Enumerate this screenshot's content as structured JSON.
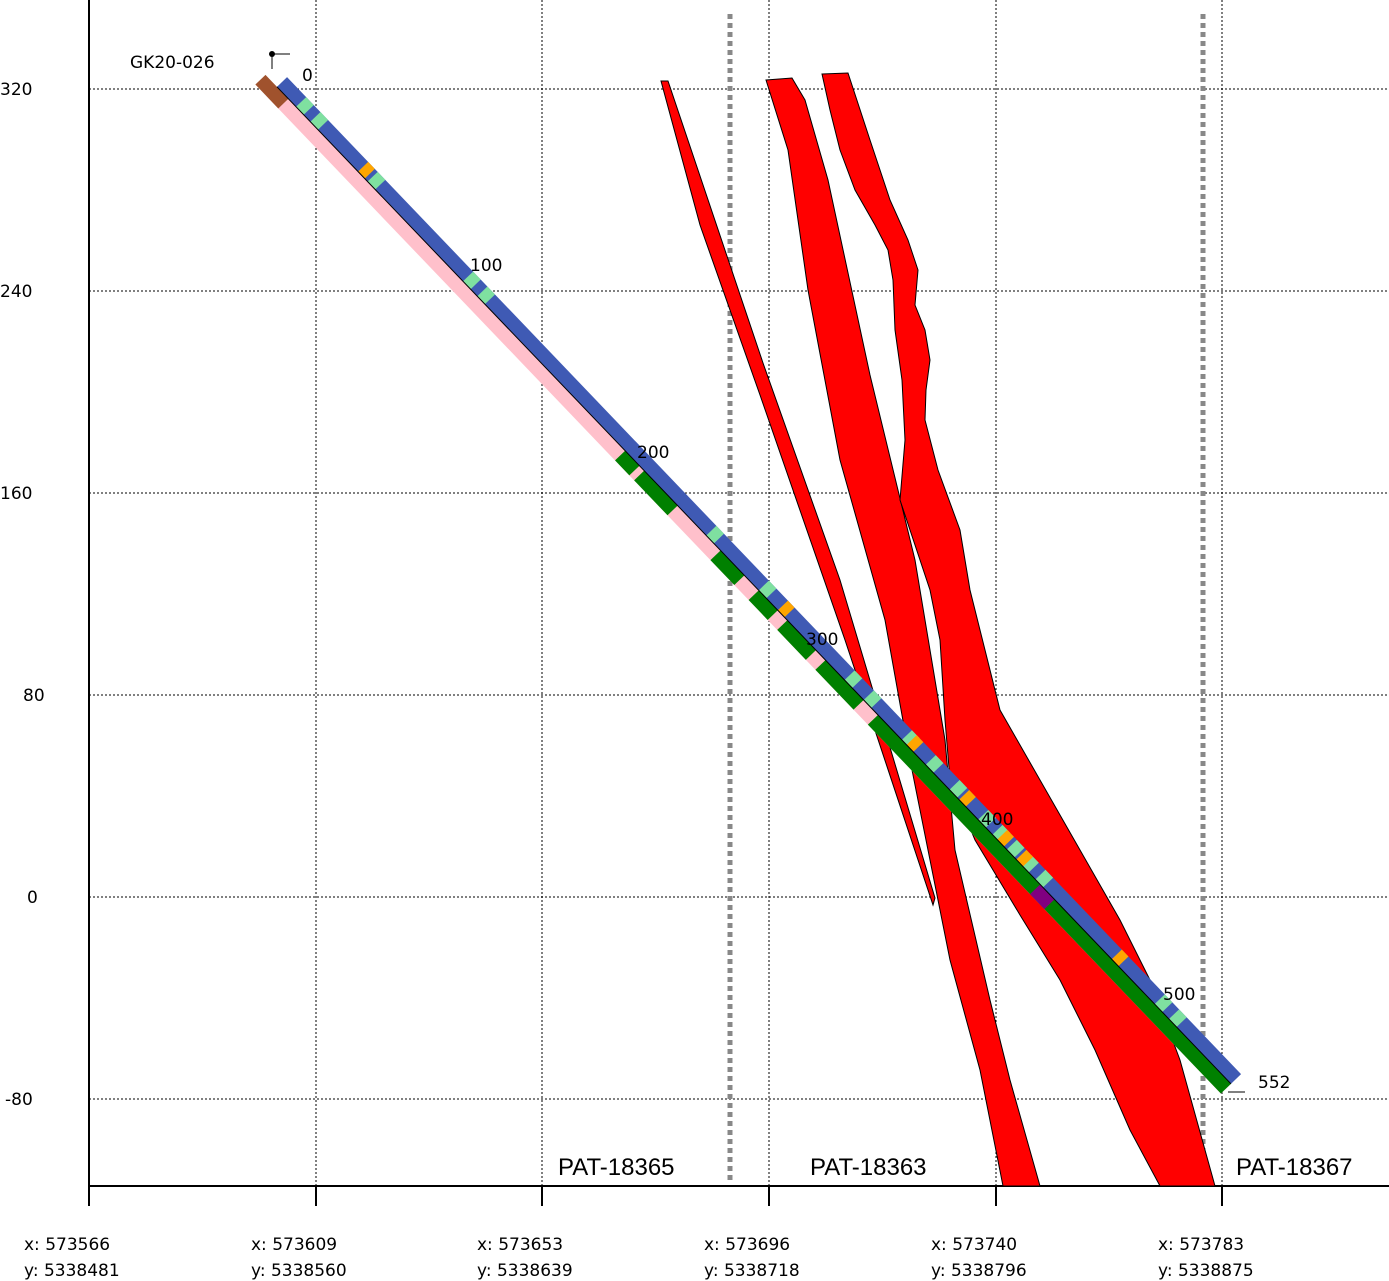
{
  "hole": {
    "name": "GK20-026",
    "depth_labels": [
      "0",
      "100",
      "200",
      "300",
      "400",
      "500"
    ],
    "end_depth": "552"
  },
  "y_axis": {
    "ticks": [
      "320",
      "240",
      "160",
      "80",
      "0",
      "-80"
    ]
  },
  "x_axis": {
    "ticks": [
      {
        "x": "x: 573566",
        "y": "y: 5338481"
      },
      {
        "x": "x: 573609",
        "y": "y: 5338560"
      },
      {
        "x": "x: 573653",
        "y": "y: 5338639"
      },
      {
        "x": "x: 573696",
        "y": "y: 5338718"
      },
      {
        "x": "x: 573740",
        "y": "y: 5338796"
      },
      {
        "x": "x: 573783",
        "y": "y: 5338875"
      }
    ]
  },
  "claims": [
    "PAT-18365",
    "PAT-18363",
    "PAT-18367"
  ],
  "colors": {
    "grid": "#000000",
    "claim_boundary": "#888888",
    "vein": "#ff0000",
    "trace_blue": "#3f5ab4",
    "trace_pink": "#ffc0cb",
    "trace_green": "#008000",
    "trace_light_green": "#7fe0a0",
    "trace_orange": "#ffa500",
    "trace_purple": "#800080",
    "collar": "#a0522d"
  }
}
